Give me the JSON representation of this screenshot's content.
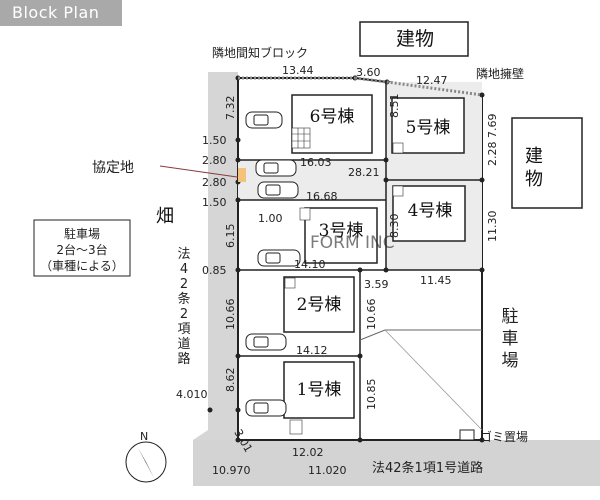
{
  "header": {
    "title": "Block Plan"
  },
  "buildings": {
    "top": "建物",
    "right_1": "建",
    "right_2": "物"
  },
  "lots": [
    {
      "label": "1号棟"
    },
    {
      "label": "2号棟"
    },
    {
      "label": "3号棟"
    },
    {
      "label": "4号棟"
    },
    {
      "label": "5号棟"
    },
    {
      "label": "6号棟"
    }
  ],
  "labels": {
    "neighbor_block": "隣地間知ブロック",
    "neighbor_wall": "隣地擁壁",
    "agreement_land": "協定地",
    "field": "畑",
    "parking_side": "駐車場",
    "garbage": "ゴミ置場",
    "road_bottom": "法42条1項1号道路",
    "road_left": "法42条2項道路",
    "watermark": "FORM INC"
  },
  "parking_box": {
    "line1": "駐車場",
    "line2": "2台～3台",
    "line3": "（車種による）"
  },
  "dims": {
    "d1344": "13.44",
    "d360": "3.60",
    "d1247": "12.47",
    "d732": "7.32",
    "d851": "8.51",
    "d769": "7.69",
    "d150a": "1.50",
    "d280a": "2.80",
    "d1603": "16.03",
    "d2821": "28.21",
    "d228": "2.28",
    "d280b": "2.80",
    "d1668": "16.68",
    "d150b": "1.50",
    "d100": "1.00",
    "d615": "6.15",
    "d830": "8.30",
    "d1130": "11.30",
    "d085": "0.85",
    "d1410": "14.10",
    "d359": "3.59",
    "d1145": "11.45",
    "d1066a": "10.66",
    "d1066b": "10.66",
    "d1412": "14.12",
    "d4010": "4.010",
    "d862": "8.62",
    "d1085": "10.85",
    "d301": "3.01",
    "d1202": "12.02",
    "d10970": "10.970",
    "d11020": "11.020"
  },
  "compass": {
    "label": "N"
  }
}
